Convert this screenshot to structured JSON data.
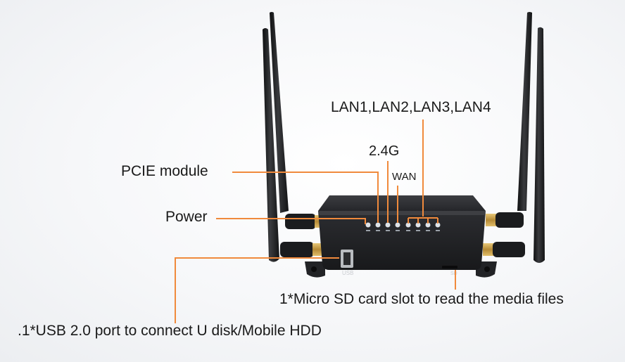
{
  "callouts": {
    "lan": "LAN1,LAN2,LAN3,LAN4",
    "band_24g": "2.4G",
    "wan": "WAN",
    "pcie": "PCIE module",
    "power": "Power",
    "sd_slot": "1*Micro SD card slot to read the media files",
    "usb_port": ".1*USB 2.0 port to connect U disk/Mobile HDD"
  },
  "device": {
    "usb_port_text": "USB",
    "sd_slot_text": "SD"
  },
  "colors": {
    "leader_line": "#f08a3c",
    "router_body": "#2a2b2e",
    "antenna": "#1d1e20",
    "connector_gold": "#c9a24a"
  }
}
